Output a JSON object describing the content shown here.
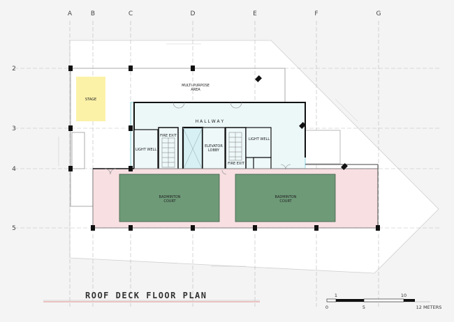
{
  "drawing": {
    "title": "ROOF DECK FLOOR PLAN",
    "grid_columns": [
      "A",
      "B",
      "C",
      "D",
      "E",
      "F",
      "G"
    ],
    "grid_rows": [
      "2",
      "3",
      "4",
      "5"
    ]
  },
  "rooms": {
    "stage": "STAGE",
    "multi_purpose_line1": "MULTI-PURPOSE",
    "multi_purpose_line2": "AREA",
    "hallway": "H A L L W A Y",
    "light_well_left": "LIGHT WELL",
    "light_well_right": "LIGHT WELL",
    "fire_exit_left": "FIRE EXIT",
    "fire_exit_right": "FIRE EXIT",
    "elevator_lobby_line1": "ELEVATOR",
    "elevator_lobby_line2": "LOBBY",
    "badminton_left_line1": "BADMINTON",
    "badminton_left_line2": "COURT",
    "badminton_right_line1": "BADMINTON",
    "badminton_right_line2": "COURT"
  },
  "scale_bar": {
    "ticks": [
      "0",
      "1",
      "5",
      "10",
      "12 METERS"
    ]
  },
  "colors": {
    "stage": "#fbf2a8",
    "hallway": "#ecf7f8",
    "hallway_edge": "#7fd3dc",
    "court_zone": "#f7dfe2",
    "court": "#6e9a78",
    "wall": "#111111",
    "grid": "#b9b9b9",
    "site": "#ffffff",
    "title_underline": "#e07070"
  }
}
